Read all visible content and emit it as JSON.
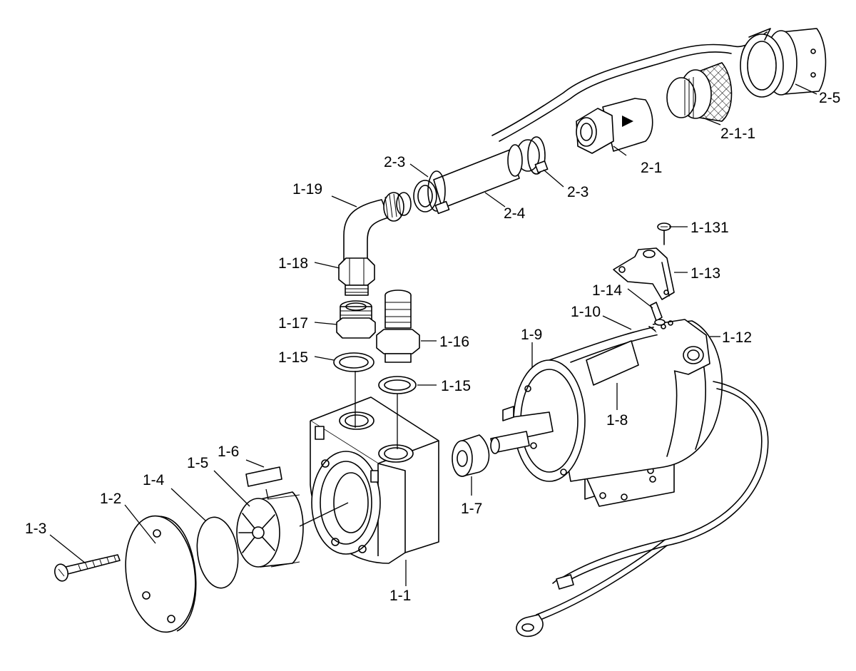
{
  "diagram": {
    "labels": [
      {
        "id": "1-1",
        "text": "1-1"
      },
      {
        "id": "1-2",
        "text": "1-2"
      },
      {
        "id": "1-3",
        "text": "1-3"
      },
      {
        "id": "1-4",
        "text": "1-4"
      },
      {
        "id": "1-5",
        "text": "1-5"
      },
      {
        "id": "1-6",
        "text": "1-6"
      },
      {
        "id": "1-7",
        "text": "1-7"
      },
      {
        "id": "1-8",
        "text": "1-8"
      },
      {
        "id": "1-9",
        "text": "1-9"
      },
      {
        "id": "1-10",
        "text": "1-10"
      },
      {
        "id": "1-12",
        "text": "1-12"
      },
      {
        "id": "1-13",
        "text": "1-13"
      },
      {
        "id": "1-14",
        "text": "1-14"
      },
      {
        "id": "1-131",
        "text": "1-131"
      },
      {
        "id": "1-15a",
        "text": "1-15"
      },
      {
        "id": "1-15b",
        "text": "1-15"
      },
      {
        "id": "1-16",
        "text": "1-16"
      },
      {
        "id": "1-17",
        "text": "1-17"
      },
      {
        "id": "1-18",
        "text": "1-18"
      },
      {
        "id": "1-19",
        "text": "1-19"
      },
      {
        "id": "2-1",
        "text": "2-1"
      },
      {
        "id": "2-1-1",
        "text": "2-1-1"
      },
      {
        "id": "2-3a",
        "text": "2-3"
      },
      {
        "id": "2-3b",
        "text": "2-3"
      },
      {
        "id": "2-4",
        "text": "2-4"
      },
      {
        "id": "2-5",
        "text": "2-5"
      }
    ]
  }
}
